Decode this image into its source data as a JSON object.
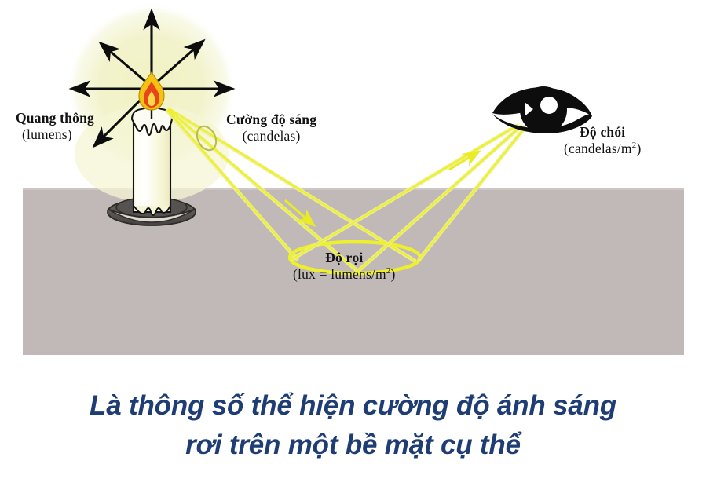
{
  "figure": {
    "title_semantic": "photometry-units-diagram",
    "surface_color": "#c1b9b8",
    "glow_color": "#f3f4cf",
    "ray_color": "#edf02a",
    "ink_color": "#121212",
    "caption_color": "#1f3d75",
    "candle_wax_color": "#fbfbe0",
    "flame_outer_color": "#f2c314",
    "flame_inner_color": "#e8451a"
  },
  "labels": {
    "luminous_flux": {
      "name": "Quang thông",
      "unit": "(lumens)"
    },
    "luminous_intensity": {
      "name": "Cường độ sáng",
      "unit": "(candelas)"
    },
    "luminance": {
      "name": "Độ chói",
      "unit_main": "(candelas/m",
      "unit_sup": "2",
      "unit_tail": ")"
    },
    "illuminance": {
      "name": "Độ rọi",
      "unit_main": "(lux = lumens/m",
      "unit_sup": "2",
      "unit_tail": ")"
    }
  },
  "caption": {
    "line1": "Là thông số thể hiện cường độ ánh sáng",
    "line2": "rơi trên một bề mặt cụ thể"
  },
  "icons": {
    "candle": "candle-icon",
    "flame": "flame-icon",
    "eye": "eye-icon",
    "dish": "candle-dish-icon",
    "glow": "light-glow-icon",
    "flux_arrows": "radiating-arrows-icon",
    "ray_beam": "light-ray-icon",
    "illuminance_ellipse": "illuminated-area-ellipse-icon",
    "intensity_ellipse": "solid-angle-ellipse-icon",
    "surface": "gray-surface-icon"
  }
}
